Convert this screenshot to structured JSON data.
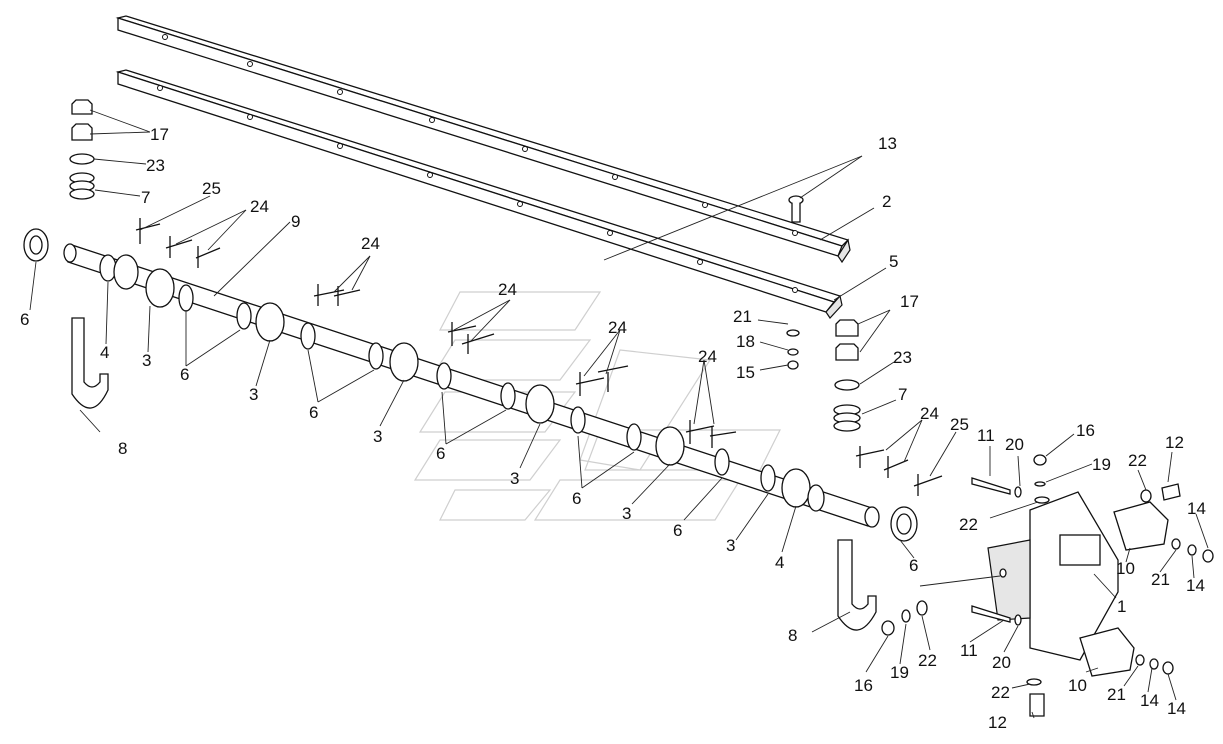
{
  "diagram": {
    "labels": [
      {
        "text": "17"
      },
      {
        "text": "23"
      },
      {
        "text": "7"
      },
      {
        "text": "25"
      },
      {
        "text": "24"
      },
      {
        "text": "9"
      },
      {
        "text": "24"
      },
      {
        "text": "6"
      },
      {
        "text": "4"
      },
      {
        "text": "3"
      },
      {
        "text": "6"
      },
      {
        "text": "8"
      },
      {
        "text": "3"
      },
      {
        "text": "6"
      },
      {
        "text": "3"
      },
      {
        "text": "24"
      },
      {
        "text": "6"
      },
      {
        "text": "24"
      },
      {
        "text": "3"
      },
      {
        "text": "6"
      },
      {
        "text": "24"
      },
      {
        "text": "3"
      },
      {
        "text": "6"
      },
      {
        "text": "13"
      },
      {
        "text": "2"
      },
      {
        "text": "5"
      },
      {
        "text": "21"
      },
      {
        "text": "18"
      },
      {
        "text": "15"
      },
      {
        "text": "17"
      },
      {
        "text": "23"
      },
      {
        "text": "7"
      },
      {
        "text": "24"
      },
      {
        "text": "25"
      },
      {
        "text": "3"
      },
      {
        "text": "4"
      },
      {
        "text": "6"
      },
      {
        "text": "8"
      },
      {
        "text": "11"
      },
      {
        "text": "20"
      },
      {
        "text": "16"
      },
      {
        "text": "19"
      },
      {
        "text": "22"
      },
      {
        "text": "12"
      },
      {
        "text": "22"
      },
      {
        "text": "14"
      },
      {
        "text": "10"
      },
      {
        "text": "21"
      },
      {
        "text": "14"
      },
      {
        "text": "1"
      },
      {
        "text": "16"
      },
      {
        "text": "19"
      },
      {
        "text": "22"
      },
      {
        "text": "11"
      },
      {
        "text": "20"
      },
      {
        "text": "22"
      },
      {
        "text": "10"
      },
      {
        "text": "21"
      },
      {
        "text": "14"
      },
      {
        "text": "14"
      },
      {
        "text": "12"
      }
    ]
  }
}
